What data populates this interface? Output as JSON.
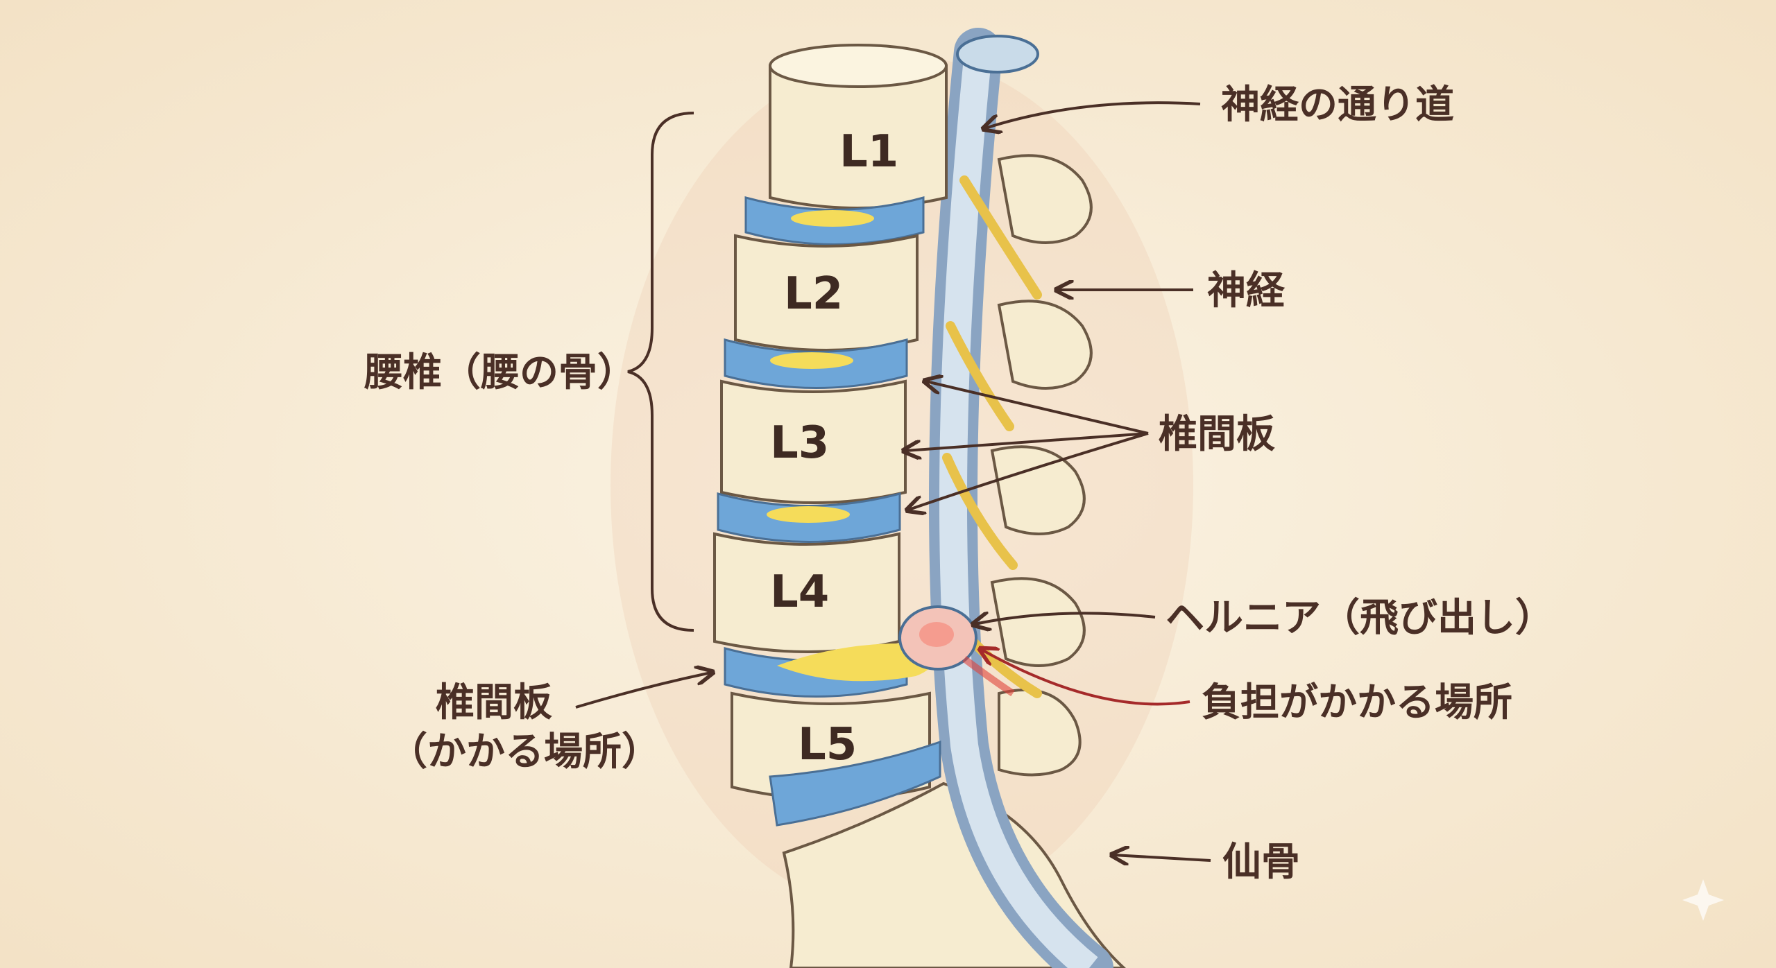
{
  "vertebrae": [
    "L1",
    "L2",
    "L3",
    "L4",
    "L5"
  ],
  "labels": {
    "nerve_path": "神経の通り道",
    "nerve": "神経",
    "disc_right": "椎間板",
    "hernia": "ヘルニア（飛び出し）",
    "stress_point": "負担がかかる場所",
    "sacrum": "仙骨",
    "lumbar": "腰椎（腰の骨）",
    "disc_left_line1": "椎間板",
    "disc_left_line2": "（かかる場所）"
  },
  "colors": {
    "background": "#f8ecd9",
    "text": "#4a2f26",
    "disc": "#6ea6d8",
    "nucleus": "#f5dc5a",
    "nerve": "#e8c24a",
    "stress_arrow": "#a52a2a"
  }
}
